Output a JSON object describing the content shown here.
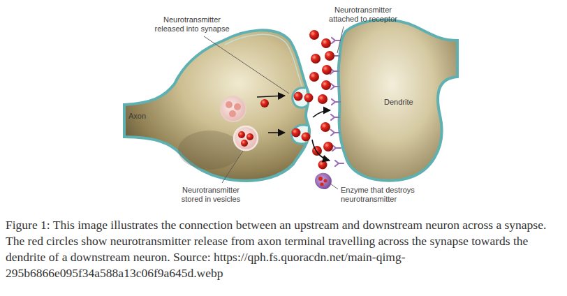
{
  "diagram": {
    "caption": "Figure 1: This image illustrates the connection between an upstream and downstream neuron across a synapse. The red circles show neurotransmitter release from axon terminal travelling across the synapse towards the dendrite of a downstream neuron. Source: https://qph.fs.quoracdn.net/main-qimg-295b6866e095f34a588a13c06f9a645d.webp",
    "labels": [
      "Neurotransmitter attached to receptor",
      "Neurotransmitter released into synapse",
      "Axon",
      "Dendrite",
      "Neurotransmitter stored in vesicles",
      "Enzyme that destroys neurotransmitter"
    ]
  }
}
